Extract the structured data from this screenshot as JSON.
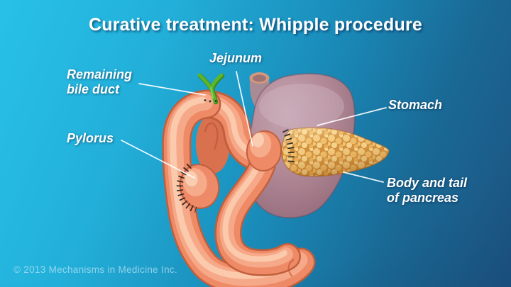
{
  "slide": {
    "title": "Curative treatment: Whipple procedure",
    "copyright": "© 2013 Mechanisms in Medicine Inc."
  },
  "labels": {
    "remaining_bile_duct": {
      "line1": "Remaining",
      "line2": "bile duct"
    },
    "jejunum": "Jejunum",
    "pylorus": "Pylorus",
    "stomach": "Stomach",
    "body_tail_pancreas": {
      "line1": "Body and tail",
      "line2": "of pancreas"
    }
  },
  "illustration": {
    "colors": {
      "background_top_left": "#28c1e8",
      "background_bottom_right": "#1d5382",
      "intestine": "#ef8a66",
      "intestine_outline": "#c05f3d",
      "stomach": "#bd8994",
      "pancreas": "#eab05c",
      "bile_duct_green": "#5cb52d",
      "label_text": "#ffffff"
    }
  }
}
